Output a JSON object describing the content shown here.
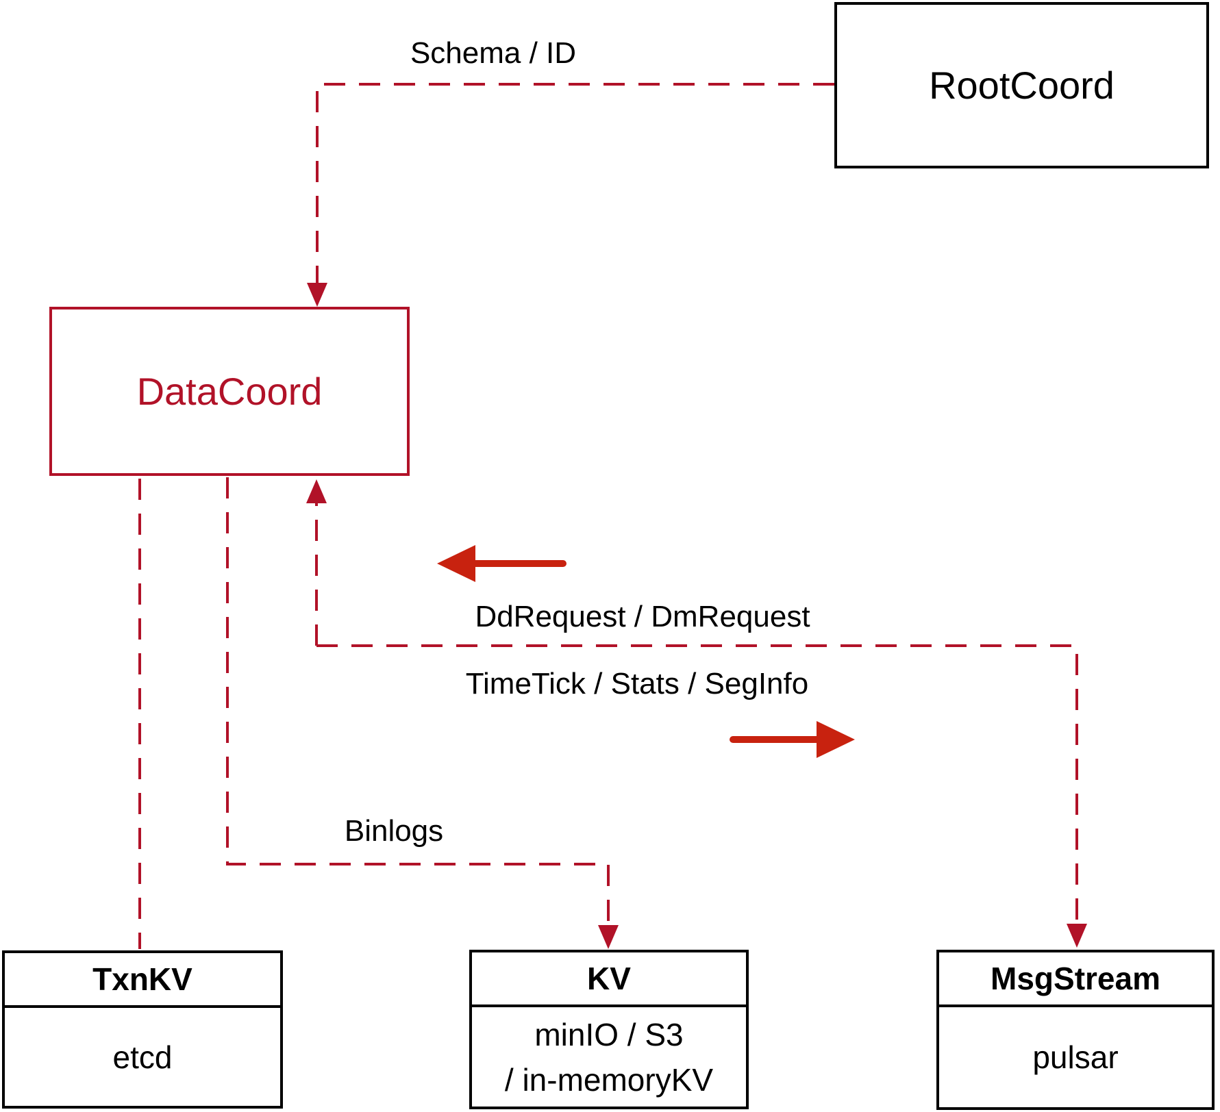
{
  "diagram": {
    "colors": {
      "dashed_line": "#b11228",
      "solid_arrow": "#c8220f",
      "box_border_black": "#000000",
      "datacoord_red": "#b11228"
    },
    "nodes": {
      "rootcoord": {
        "label": "RootCoord"
      },
      "datacoord": {
        "label": "DataCoord"
      },
      "txnkv": {
        "title": "TxnKV",
        "body": "etcd"
      },
      "kv": {
        "title": "KV",
        "body_line1": "minIO / S3",
        "body_line2": "/ in-memoryKV"
      },
      "msgstream": {
        "title": "MsgStream",
        "body": "pulsar"
      }
    },
    "edge_labels": {
      "schema": "Schema / ID",
      "dd_request": "DdRequest / DmRequest",
      "timetick": "TimeTick / Stats / SegInfo",
      "binlogs": "Binlogs"
    }
  }
}
